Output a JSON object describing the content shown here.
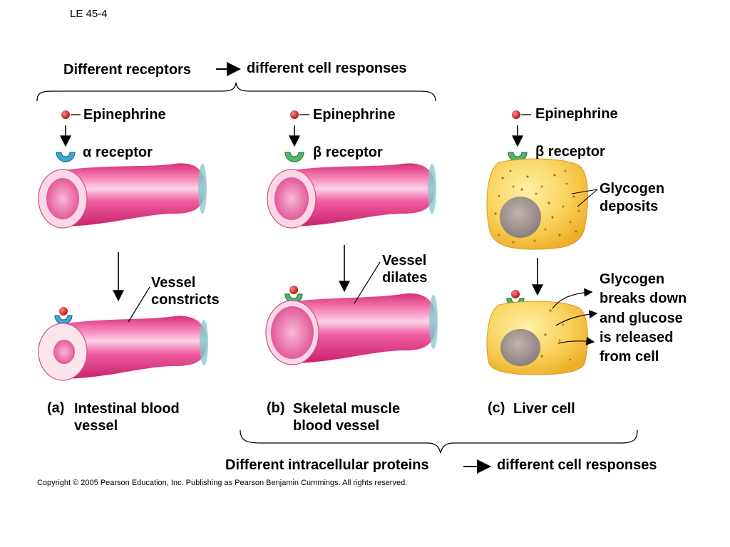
{
  "slide_id": "LE 45-4",
  "top_heading": {
    "left": "Different receptors",
    "right": "different cell responses"
  },
  "bottom_heading": {
    "left": "Different intracellular proteins",
    "right": "different cell responses"
  },
  "panels": {
    "a": {
      "ligand": "Epinephrine",
      "receptor_symbol": "α",
      "receptor_word": "receptor",
      "response": [
        "Vessel",
        "constricts"
      ],
      "letter": "(a)",
      "caption": [
        "Intestinal blood",
        "vessel"
      ]
    },
    "b": {
      "ligand": "Epinephrine",
      "receptor_symbol": "β",
      "receptor_word": "receptor",
      "response": [
        "Vessel",
        "dilates"
      ],
      "letter": "(b)",
      "caption": [
        "Skeletal muscle",
        "blood vessel"
      ]
    },
    "c": {
      "ligand": "Epinephrine",
      "receptor_symbol": "β",
      "receptor_word": "receptor",
      "deposits": [
        "Glycogen",
        "deposits"
      ],
      "response": [
        "Glycogen",
        "breaks down",
        "and glucose",
        "is released",
        "from cell"
      ],
      "letter": "(c)",
      "caption": [
        "Liver cell"
      ]
    }
  },
  "copyright": "Copyright © 2005 Pearson Education, Inc. Publishing as Pearson Benjamin Cummings. All rights reserved.",
  "colors": {
    "vessel_pink": "#ee5a9a",
    "vessel_light": "#fbc7df",
    "receptor_alpha": "#3aa8d8",
    "receptor_beta": "#4db86a",
    "epinephrine_red": "#d81e1e",
    "liver_cell": "#f6c94a",
    "nucleus": "#9c8e8c"
  }
}
